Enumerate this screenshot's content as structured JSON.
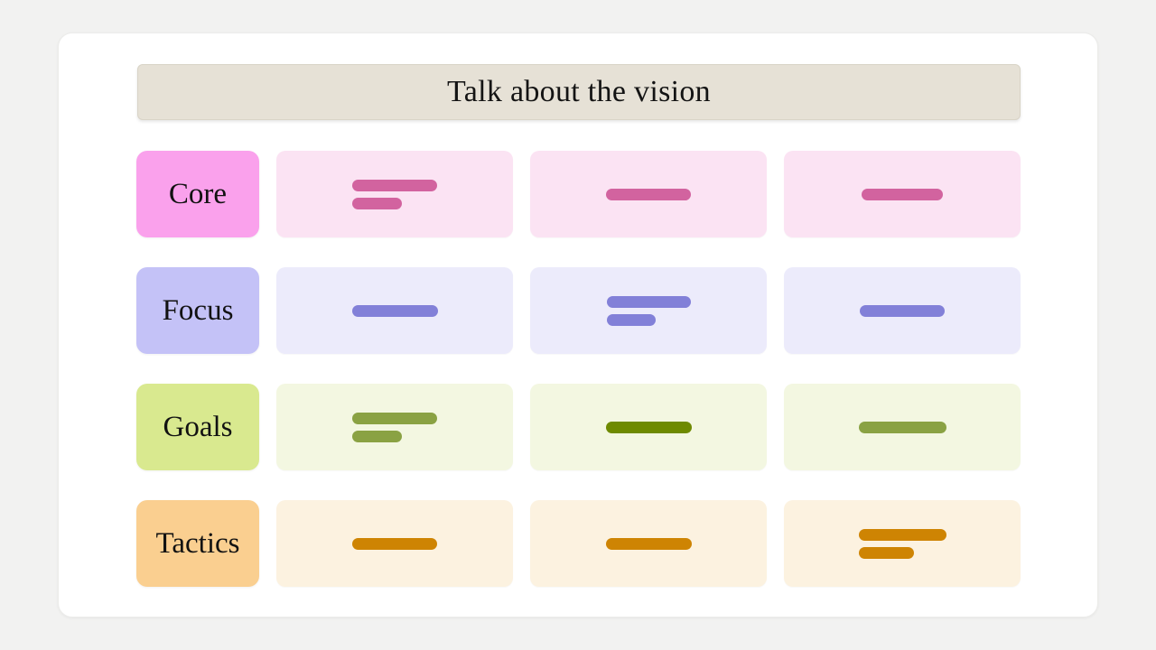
{
  "page": {
    "background": "#F2F2F1"
  },
  "panel": {
    "background": "#FFFFFF",
    "border_color": "#ECECEA"
  },
  "board": {
    "title": "Talk about the vision",
    "title_banner": {
      "background": "#E6E1D6",
      "border_color": "#D9D4C7",
      "text_color": "#141414"
    },
    "rows": [
      {
        "id": "core",
        "label": "Core",
        "colors": {
          "label_bg": "#FAA1EC",
          "card_bg": "#FBE3F3"
        },
        "cards": [
          {
            "bars": [
              {
                "width": 94,
                "color": "#D2639F"
              },
              {
                "width": 55,
                "color": "#D2639F"
              }
            ]
          },
          {
            "bars": [
              {
                "width": 94,
                "color": "#D2639F"
              }
            ]
          },
          {
            "bars": [
              {
                "width": 90,
                "color": "#D2639F"
              }
            ]
          }
        ]
      },
      {
        "id": "focus",
        "label": "Focus",
        "colors": {
          "label_bg": "#C4C2F7",
          "card_bg": "#ECEBFB"
        },
        "cards": [
          {
            "bars": [
              {
                "width": 95,
                "color": "#8280D8"
              }
            ]
          },
          {
            "bars": [
              {
                "width": 93,
                "color": "#8280D8"
              },
              {
                "width": 54,
                "color": "#8280D8"
              }
            ]
          },
          {
            "bars": [
              {
                "width": 94,
                "color": "#8280D8"
              }
            ]
          }
        ]
      },
      {
        "id": "goals",
        "label": "Goals",
        "colors": {
          "label_bg": "#D9E98F",
          "card_bg": "#F3F7E1"
        },
        "cards": [
          {
            "bars": [
              {
                "width": 94,
                "color": "#8AA243"
              },
              {
                "width": 55,
                "color": "#8AA243"
              }
            ]
          },
          {
            "bars": [
              {
                "width": 95,
                "color": "#6E8A00"
              }
            ]
          },
          {
            "bars": [
              {
                "width": 97,
                "color": "#8AA243"
              }
            ]
          }
        ]
      },
      {
        "id": "tactics",
        "label": "Tactics",
        "colors": {
          "label_bg": "#FACF90",
          "card_bg": "#FCF2E0"
        },
        "cards": [
          {
            "bars": [
              {
                "width": 94,
                "color": "#CE8403"
              }
            ]
          },
          {
            "bars": [
              {
                "width": 95,
                "color": "#CE8403"
              }
            ]
          },
          {
            "bars": [
              {
                "width": 97,
                "color": "#CE8403"
              },
              {
                "width": 61,
                "color": "#CE8403"
              }
            ]
          }
        ]
      }
    ]
  }
}
